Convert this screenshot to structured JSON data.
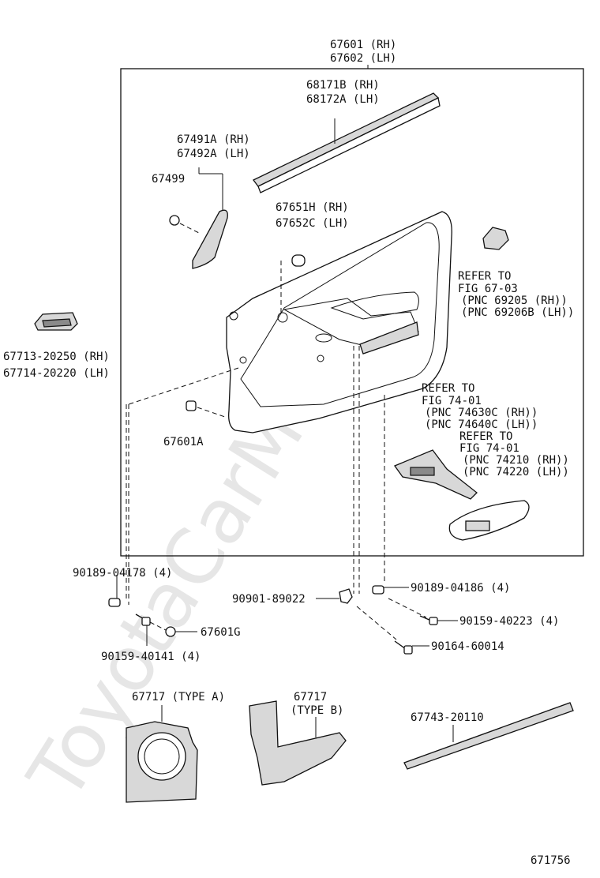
{
  "watermark": "ToyotaCarMe.ru",
  "labels": {
    "assembly_rh": "67601 (RH)",
    "assembly_lh": "67602 (LH)",
    "weatherstrip_rh": "68171B (RH)",
    "weatherstrip_lh": "68172A (LH)",
    "cover_rh": "67491A (RH)",
    "cover_lh": "67492A (LH)",
    "clip_67499": "67499",
    "armrest_rh": "67651H (RH)",
    "armrest_lh": "67652C (LH)",
    "refer_1_a": "REFER TO",
    "refer_1_b": "FIG 67-03",
    "refer_1_c": "(PNC 69205  (RH))",
    "refer_1_d": "(PNC 69206B (LH))",
    "pocket_rh": "67713-20250 (RH)",
    "pocket_lh": "67714-20220 (LH)",
    "refer_2_a": "REFER TO",
    "refer_2_b": "FIG 74-01",
    "refer_2_c": "(PNC 74630C (RH))",
    "refer_2_d": "(PNC 74640C (LH))",
    "refer_3_a": "REFER TO",
    "refer_3_b": "FIG 74-01",
    "refer_3_c": "(PNC 74210  (RH))",
    "refer_3_d": "(PNC 74220  (LH))",
    "clip_67601a": "67601A",
    "screw_04178": "90189-04178 (4)",
    "clip_89022": "90901-89022",
    "screw_04186": "90189-04186 (4)",
    "screw_40223": "90159-40223 (4)",
    "screw_60014": "90164-60014",
    "cap_67601g": "67601G",
    "screw_40141": "90159-40141 (4)",
    "sheet_a_1": "67717 (TYPE  A)",
    "sheet_b_1": "67717",
    "sheet_b_2": "(TYPE  B)",
    "strip_20110": "67743-20110",
    "figure_number": "671756"
  }
}
